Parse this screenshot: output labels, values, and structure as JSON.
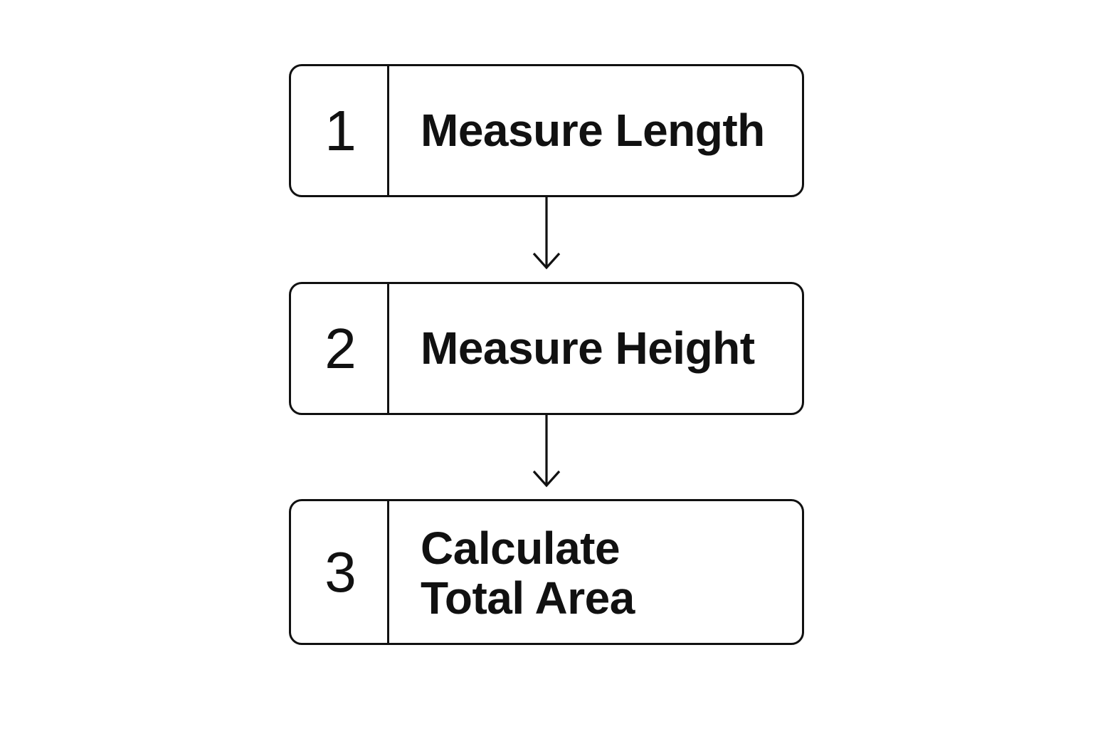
{
  "diagram": {
    "steps": [
      {
        "number": "1",
        "label": "Measure Length"
      },
      {
        "number": "2",
        "label": "Measure Height"
      },
      {
        "number": "3",
        "label": "Calculate\nTotal Area"
      }
    ],
    "colors": {
      "stroke": "#111111",
      "background": "#ffffff"
    }
  }
}
